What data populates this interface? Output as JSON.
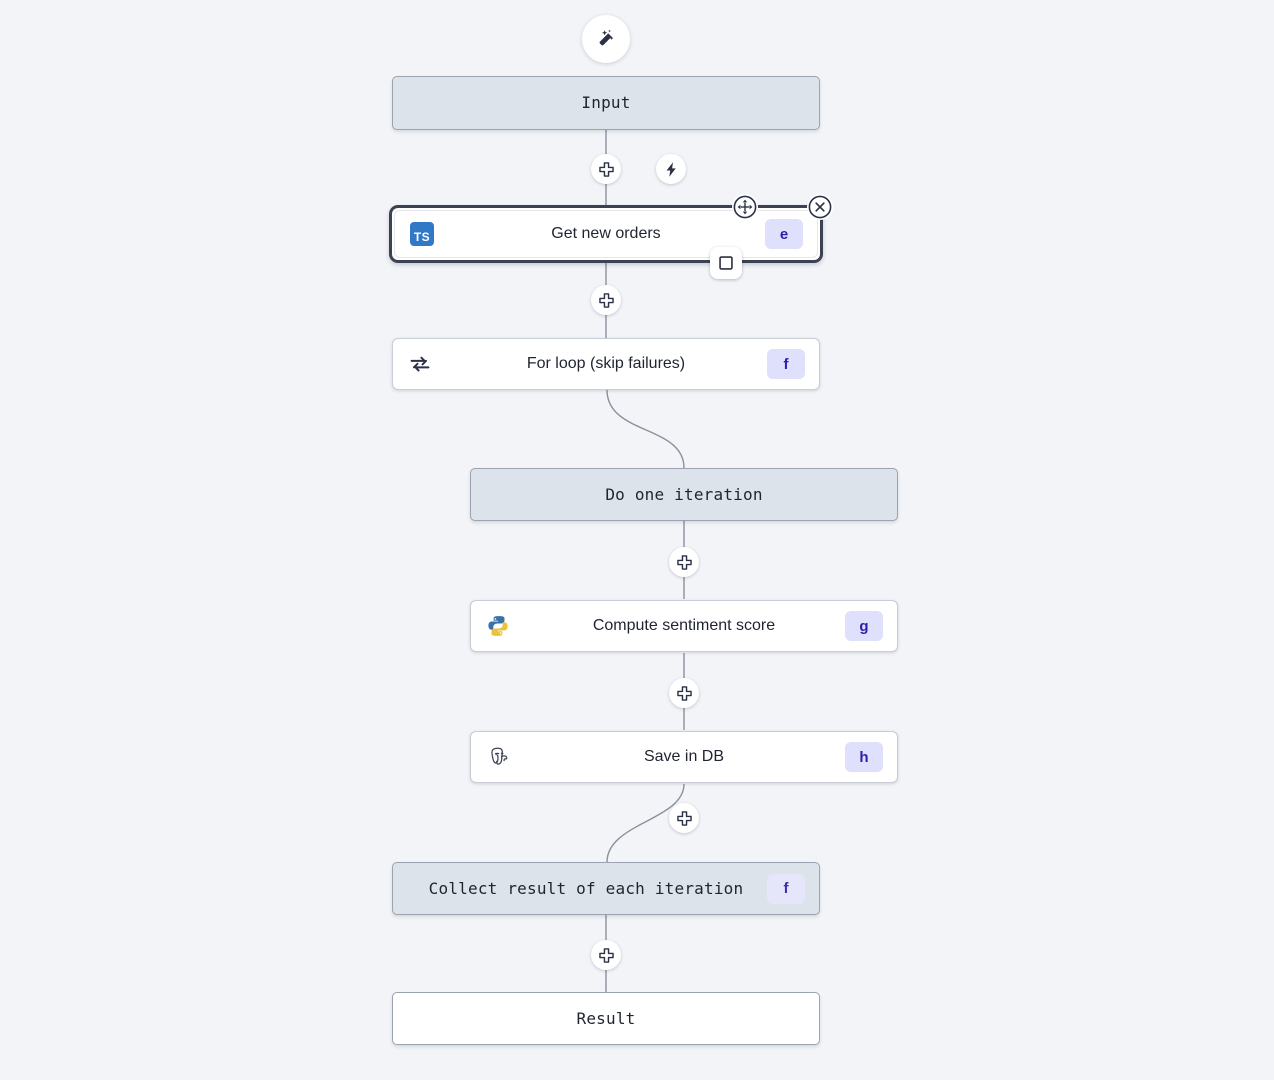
{
  "canvas": {
    "background_color": "#f2f4f7",
    "accent_badge_bg": "#dfe0fb",
    "accent_badge_fg": "#2c1fa8",
    "selected_outline_color": "#3b4252",
    "virtual_node_bg": "#dde3ea"
  },
  "toolbar": {
    "ai_wand_icon": "magic-wand-icon",
    "add_step_icon": "plus-icon",
    "trigger_icon": "lightning-bolt-icon",
    "move_icon": "move-handle-icon",
    "close_icon": "close-x-icon",
    "branch_icon": "square-stop-icon"
  },
  "nodes": [
    {
      "id": "input",
      "label": "Input",
      "style": "virtual",
      "font": "mono",
      "icon": null,
      "badge": null
    },
    {
      "id": "get-new-orders",
      "label": "Get new orders",
      "style": "module",
      "font": "sans",
      "icon": "typescript-icon",
      "icon_text": "TS",
      "badge": "e",
      "selected": true
    },
    {
      "id": "for-loop",
      "label": "For loop (skip failures)",
      "style": "module",
      "font": "sans",
      "icon": "loop-arrows-icon",
      "badge": "f"
    },
    {
      "id": "do-one-iteration",
      "label": "Do one iteration",
      "style": "virtual",
      "font": "mono",
      "icon": null,
      "badge": null
    },
    {
      "id": "compute-sentiment-score",
      "label": "Compute sentiment score",
      "style": "module",
      "font": "sans",
      "icon": "python-icon",
      "badge": "g"
    },
    {
      "id": "save-in-db",
      "label": "Save in DB",
      "style": "module",
      "font": "sans",
      "icon": "postgresql-icon",
      "badge": "h"
    },
    {
      "id": "collect-result",
      "label": "Collect result of each iteration",
      "style": "virtual",
      "font": "mono",
      "icon": null,
      "badge": "f",
      "badge_faded": true
    },
    {
      "id": "result",
      "label": "Result",
      "style": "white",
      "font": "mono",
      "icon": null,
      "badge": null
    }
  ]
}
